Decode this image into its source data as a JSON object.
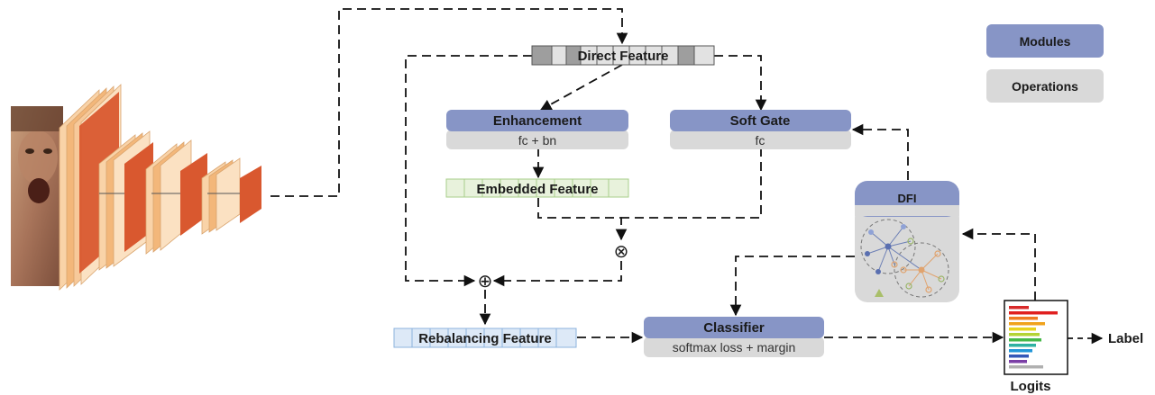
{
  "legend": {
    "modules": "Modules",
    "operations": "Operations"
  },
  "nodes": {
    "direct_feature": "Direct Feature",
    "enhancement": {
      "title": "Enhancement",
      "op": "fc + bn"
    },
    "soft_gate": {
      "title": "Soft Gate",
      "op": "fc"
    },
    "embedded_feature": "Embedded Feature",
    "dfi": "DFI",
    "rebalancing_feature": "Rebalancing Feature",
    "classifier": {
      "title": "Classifier",
      "op": "softmax loss + margin"
    },
    "logits": "Logits",
    "label": "Label"
  },
  "operators": {
    "multiply": "⊗",
    "add": "⊕"
  },
  "colors": {
    "module_header": "#8795c6",
    "operation_body": "#d9d9d9",
    "embedded_fill": "#e8f2dc",
    "embedded_stroke": "#a9cf8b",
    "rebalance_fill": "#dde9f7",
    "rebalance_stroke": "#8db3de",
    "direct_dark": "#9e9e9e",
    "direct_light": "#e2e2e2",
    "cnn_outer": "#f7c99a",
    "cnn_inner": "#d9582f"
  }
}
